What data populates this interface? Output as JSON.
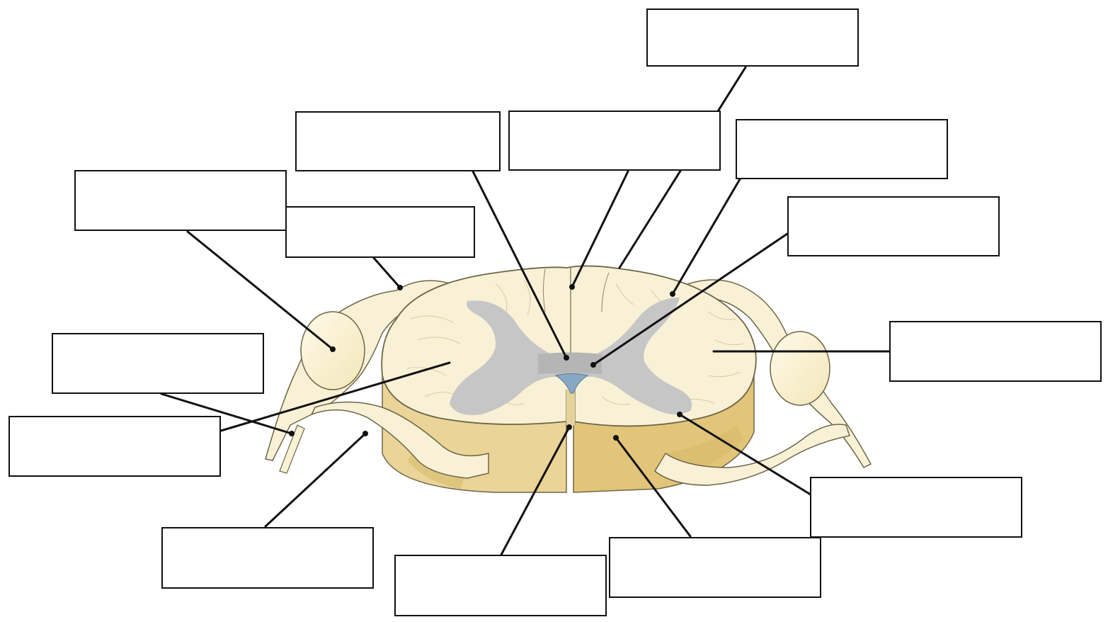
{
  "colors": {
    "tissue_fill": "#f9f1d6",
    "tissue_light": "#fbf6e6",
    "tissue_outline": "#6e6648",
    "side_face": "#ead497",
    "side_face_dark": "#d9bb6c",
    "gray_matter": "#c6c6c6",
    "central_canal": "#86a8c4",
    "leader_line": "#111111",
    "box_border": "#111111"
  },
  "labels": [
    {
      "id": "box-1",
      "text": ""
    },
    {
      "id": "box-2",
      "text": ""
    },
    {
      "id": "box-3",
      "text": ""
    },
    {
      "id": "box-4",
      "text": ""
    },
    {
      "id": "box-5",
      "text": ""
    },
    {
      "id": "box-6",
      "text": ""
    },
    {
      "id": "box-7",
      "text": ""
    },
    {
      "id": "box-8",
      "text": ""
    },
    {
      "id": "box-9",
      "text": ""
    },
    {
      "id": "box-10",
      "text": ""
    },
    {
      "id": "box-11",
      "text": ""
    },
    {
      "id": "box-12",
      "text": ""
    },
    {
      "id": "box-13",
      "text": ""
    },
    {
      "id": "box-14",
      "text": ""
    }
  ]
}
